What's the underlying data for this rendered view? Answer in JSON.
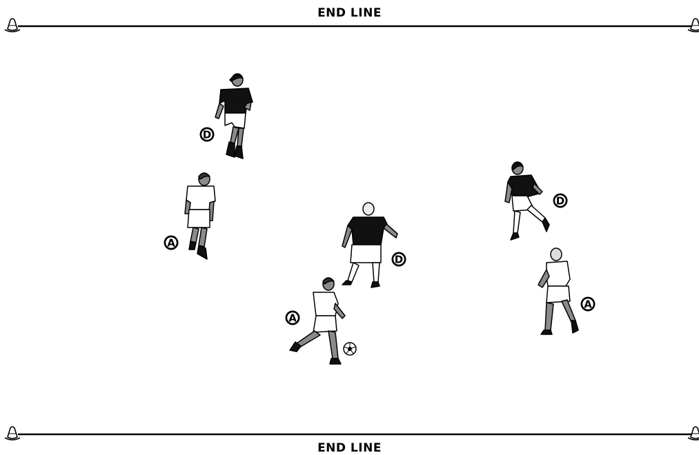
{
  "field": {
    "top_line_label": "END LINE",
    "bottom_line_label": "END LINE"
  },
  "roles": {
    "defender": "D",
    "attacker": "A"
  },
  "colors": {
    "defender_shirt": "#111111",
    "attacker_shirt": "#ffffff",
    "line": "#000000",
    "skin": "#8a8a8a",
    "socks": "#9a9a9a"
  },
  "players": [
    {
      "id": "defender-1",
      "role": "defender",
      "team": "dark"
    },
    {
      "id": "attacker-1",
      "role": "attacker",
      "team": "light"
    },
    {
      "id": "defender-2",
      "role": "defender",
      "team": "dark"
    },
    {
      "id": "attacker-2",
      "role": "attacker",
      "team": "light",
      "has_ball": true
    },
    {
      "id": "defender-3",
      "role": "defender",
      "team": "dark"
    },
    {
      "id": "attacker-3",
      "role": "attacker",
      "team": "light"
    }
  ],
  "icons": [
    "cone-icon",
    "soccer-ball-icon",
    "player-figure-icon",
    "role-badge-icon"
  ]
}
